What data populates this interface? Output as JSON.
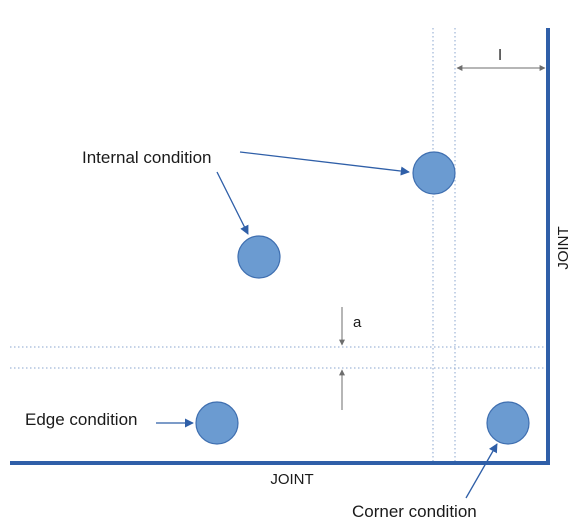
{
  "labels": {
    "internal": "Internal condition",
    "edge": "Edge condition",
    "corner": "Corner condition",
    "joint_bottom": "JOINT",
    "joint_right": "JOINT",
    "dim_a": "a",
    "dim_l": "l"
  },
  "colors": {
    "joint_line": "#2f5fa8",
    "circle_fill": "#6b9bd1",
    "circle_stroke": "#3f6fb0",
    "arrow": "#2f5fa8",
    "dotted": "#8aa6cf",
    "dim_arrow": "#6d6d6d"
  }
}
